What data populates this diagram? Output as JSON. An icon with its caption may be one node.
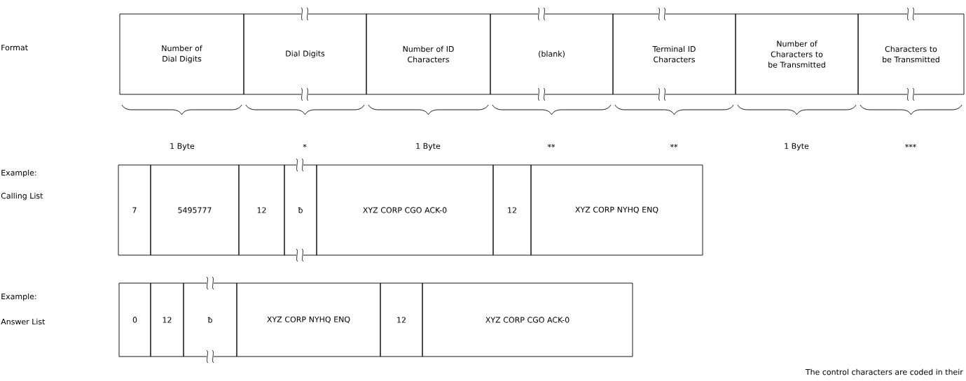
{
  "diagram": {
    "nodes": [
      {
        "text": [
          "Number of Dial Digits"
        ]
      },
      {
        "text": [
          "Dial Digits"
        ]
      },
      {
        "text": [
          "Number of ID Characters"
        ]
      },
      {
        "text": [
          "(blank)"
        ]
      },
      {
        "text": [
          "Terminal ID Characters"
        ]
      },
      {
        "text": [
          "Number of Characters to be Transmitted"
        ]
      },
      {
        "text": [
          "Characters to be Transmitted"
        ]
      },
      {
        "text": [
          "7"
        ]
      },
      {
        "text": [
          "5495777"
        ]
      },
      {
        "text": [
          "12"
        ]
      },
      {
        "text": [
          "ƀ"
        ]
      },
      {
        "text": [
          "XYZ CORP CGO ACK-0"
        ]
      },
      {
        "text": [
          "12"
        ]
      },
      {
        "text": [
          "XYZ CORP NYHQ ENQ"
        ]
      },
      {
        "text": [
          "0"
        ]
      },
      {
        "text": [
          "12"
        ]
      },
      {
        "text": [
          "ƀ"
        ]
      },
      {
        "text": [
          "XYZ CORP NYHQ ENQ"
        ]
      },
      {
        "text": [
          "12"
        ]
      },
      {
        "text": [
          "XYZ CORP CGO ACK-0"
        ]
      }
    ],
    "labels": [
      "Format",
      "1 Byte",
      "*",
      "1 Byte",
      "**",
      "**",
      "1 Byte",
      "***",
      "Example:",
      "Calling List",
      "Example:",
      "Answer List",
      "The control characters are coded in their"
    ]
  }
}
